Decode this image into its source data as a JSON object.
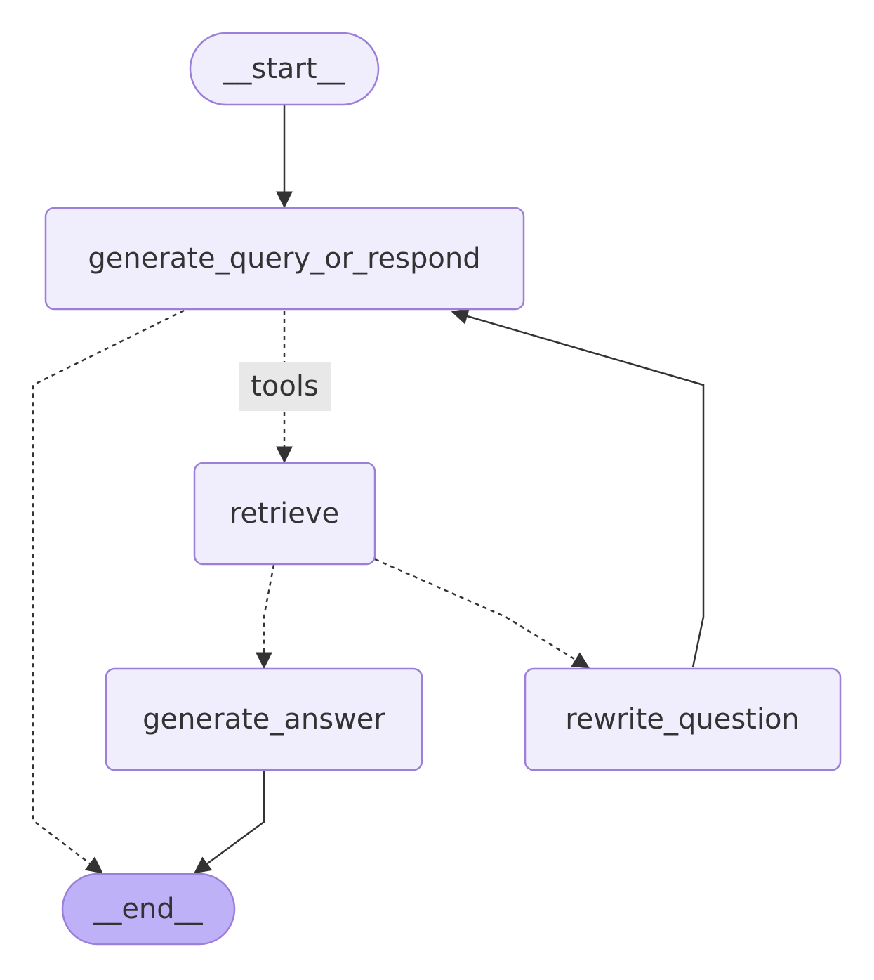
{
  "diagram": {
    "type": "flowchart",
    "nodes": [
      {
        "id": "start",
        "label": "__start__",
        "shape": "stadium",
        "role": "terminal-start"
      },
      {
        "id": "generate_query_or_respond",
        "label": "generate_query_or_respond",
        "shape": "rounded-rect"
      },
      {
        "id": "retrieve",
        "label": "retrieve",
        "shape": "rounded-rect"
      },
      {
        "id": "generate_answer",
        "label": "generate_answer",
        "shape": "rounded-rect"
      },
      {
        "id": "rewrite_question",
        "label": "rewrite_question",
        "shape": "rounded-rect"
      },
      {
        "id": "end",
        "label": "__end__",
        "shape": "stadium",
        "role": "terminal-end"
      }
    ],
    "edges": [
      {
        "from": "start",
        "to": "generate_query_or_respond",
        "style": "solid",
        "label": ""
      },
      {
        "from": "generate_query_or_respond",
        "to": "retrieve",
        "style": "dashed",
        "label": "tools"
      },
      {
        "from": "generate_query_or_respond",
        "to": "end",
        "style": "dashed",
        "label": ""
      },
      {
        "from": "retrieve",
        "to": "generate_answer",
        "style": "dashed",
        "label": ""
      },
      {
        "from": "retrieve",
        "to": "rewrite_question",
        "style": "dashed",
        "label": ""
      },
      {
        "from": "rewrite_question",
        "to": "generate_query_or_respond",
        "style": "solid",
        "label": ""
      },
      {
        "from": "generate_answer",
        "to": "end",
        "style": "solid",
        "label": ""
      }
    ]
  },
  "colors": {
    "node_fill": "#f0eefd",
    "node_stroke": "#9b7fd9",
    "end_fill": "#bfb1f8",
    "edge": "#333333",
    "edge_label_bg": "#e8e8e8",
    "text": "#333333"
  }
}
